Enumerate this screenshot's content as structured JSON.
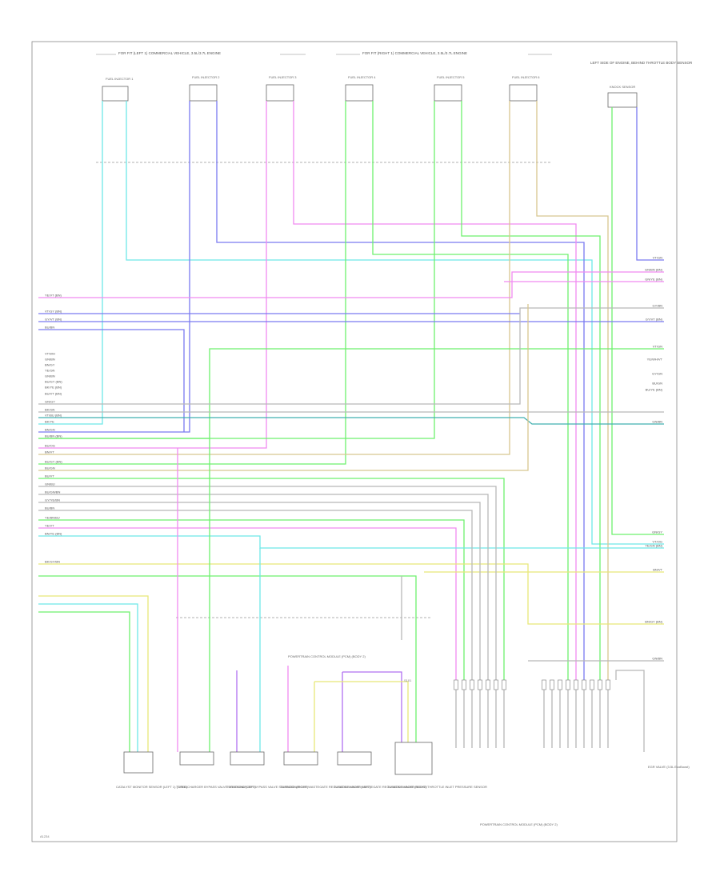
{
  "headers": {
    "left": "FOR FIT (LEFT 1) COMMERCIAL VEHICLE, 3.5L/3.7L ENGINE",
    "right": "FOR FIT (RIGHT 1) COMMERCIAL VEHICLE, 3.5L/3.7L ENGINE",
    "sensor": "LEFT SIDE OF ENGINE, BEHIND THROTTLE BODY SENSOR"
  },
  "top_components": [
    {
      "label": "FUEL INJECTOR 1"
    },
    {
      "label": "FUEL INJECTOR 2"
    },
    {
      "label": "FUEL INJECTOR 3"
    },
    {
      "label": "FUEL INJECTOR 4"
    },
    {
      "label": "FUEL INJECTOR 5"
    },
    {
      "label": "FUEL INJECTOR 6"
    },
    {
      "label": "KNOCK SENSOR"
    }
  ],
  "bottom_components": [
    {
      "label": "CATALYST MONITOR SENSOR (LEFT 1) (TITLE)"
    },
    {
      "label": "TURBOCHARGER BYPASS VALVE SOLENOID (LEFT)"
    },
    {
      "label": "TURBOCHARGER BYPASS VALVE SOLENOID (RIGHT)"
    },
    {
      "label": "TURBOCHARGER WASTEGATE REGULATING VALVE (LEFT)"
    },
    {
      "label": "TURBOCHARGER WASTEGATE REGULATING VALVE (RIGHT)"
    },
    {
      "label": "TURBOCHARGER BOOST/THROTTLE INLET PRESSURE SENSOR"
    }
  ],
  "pcm": {
    "label": "POWERTRAIN CONTROL MODULE (PCM) (BODY 2)",
    "side_label": "EGR VALVE (3.5L EcoBoost)"
  },
  "bottom_note": "POWERTRAIN CONTROL MODULE (PCM) (BODY 2)",
  "corner_id": "A1234",
  "splice_label": "S101",
  "left_wire_labels": [
    "YE/VT (BN)",
    "VT/GY (BN)",
    "GY/VT (BN)",
    "BU/BN",
    "VT/WH",
    "GN/BN",
    "BN/GY",
    "YE/GN",
    "GN/BN",
    "BU/GY (BN)",
    "BK/YE (BN)",
    "BU/VT (BN)",
    "GN/GY",
    "BK/GN",
    "VT/BU (BN)",
    "BK/YE",
    "BN/GN",
    "BU/BN (BN)",
    "BU/OG",
    "BN/VT",
    "BU/GY (BN)",
    "BU/GN",
    "BU/VT",
    "GN/BU",
    "BU/GN/BN",
    "GY/YE/BN",
    "BU/BN",
    "YE/BN/BU",
    "YE/VT",
    "BN/YE (BN)",
    "BK/GY/BN"
  ],
  "right_wire_labels": [
    "VT/GN",
    "GN/BN (BN)",
    "GN/YE (BN)",
    "GY/BN",
    "GY/VT (BN)",
    "VT/GN",
    "YE/WH/VT",
    "GY/GN",
    "BU/GN",
    "BU/YE (BN)",
    "GN/BN",
    "GN/GY",
    "VT/OG",
    "YE/GN (BN)",
    "BN/VT",
    "BN/GY (BN)",
    "GN/BN"
  ]
}
